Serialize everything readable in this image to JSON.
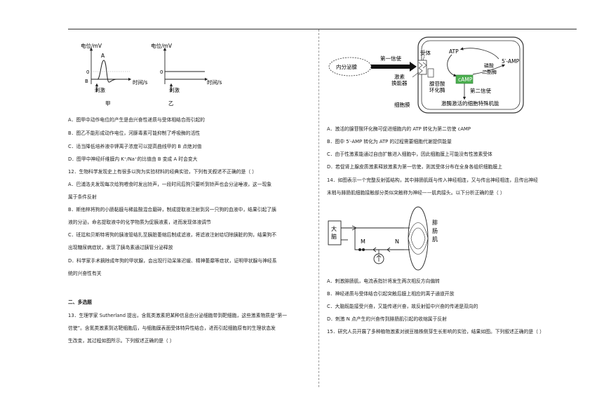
{
  "left": {
    "fig1": {
      "jia": {
        "ylabel": "电位/mV",
        "peak": "A",
        "zero": "0",
        "point_b": "B",
        "xlabel": "时间/s",
        "stim": "刺激",
        "caption": "甲"
      },
      "yi": {
        "ylabel": "电位/mV",
        "zero": "0",
        "xlabel": "时间/s",
        "stim": "刺激",
        "caption": "乙"
      }
    },
    "q11_options": [
      "A．图甲中动作电位的产生是由兴奋性递质与受体相结合而引起的",
      "B．图乙不能形成动作电位，河豚毒素可能抑制了呼吸酶的活性",
      "C．适当降低培养液中钾离子浓度可以提高曲线甲的 B 点绝对值",
      "D．图甲中神经纤维膜内 K⁺/Na⁺的比值由 B 变成 A 时会变大"
    ],
    "q12_lines": [
      "12．生物科学发现史上有很多以狗为实验材料的经典实验，下列有关叙述不正确的是（     ）",
      "A．巴浦洛夫发现每次给狗喂食时发出铃声，一段时间后狗只要听到铃声也会分泌唾液，这一现象",
      "属于条件反射",
      "B．斯他林将狗的小肠黏膜与稀盐酸混合磨碎，制成提取液注射到另一只狗的血液中，结果引起了胰",
      "液的分泌，命名提取液中的化学物质为促胰液素，进而发现体液调节",
      "C．班廷和贝斯特将狗的胰液管结扎至胰脏萎缩后制成滤液，将滤液注射给切除胰脏的狗，结果狗不",
      "出现糖尿病症状，发现了胰岛素通过胰管分泌释放",
      "D．科学家手术摘除成年狗的甲状腺，会出现行动呆笨迟缓、精神萎靡等症状，证明甲状腺与神经系",
      "统的兴奋性有关"
    ],
    "section_title": "二、多选题",
    "q13_lines": [
      "13．生理学家 Sutherland 提出，含氮类激素把某种信息由分泌细胞带到靶细胞，这些激素物质是“第一",
      "信使”。含氮类激素到达靶细胞后，与细胞膜表面受体特异性结合，进而引起细胞原有的生理状态发",
      "生改变，其过程如图所示。下列叙述正确的是（     ）"
    ]
  },
  "right": {
    "fig2": {
      "endocrine": "内分泌腺",
      "first_messenger": "第一信使",
      "receptor": "受体",
      "converter_1": "激素",
      "converter_2": "换能器",
      "enzyme_1": "腺苷酸",
      "enzyme_2": "环化酶",
      "atp": "ATP",
      "amp": "5′-AMP",
      "pde_1": "磷酸",
      "pde_2": "二酯酶",
      "camp": "cAMP",
      "second_messenger": "第二信使",
      "membrane": "细胞膜",
      "function": "激酶激活的细胞特殊机能"
    },
    "q13_options": [
      "A．激活的腺苷酸环化酶可促进细胞内的 ATP 转化为第二信使 cAMP",
      "B．图中 5′-AMP 转化为 ATP 的过程需要细胞代谢提供能量",
      "C．由于性激素能通过自由扩散进入细胞中，因此细胞膜上可能没有性激素受体",
      "D．若促肾上腺皮质激素释放激素为第一信使，则其受体分布在全身各组织细胞膜上"
    ],
    "q14_lines": [
      "14．如图表示一个完整反射弧结构，其中腓肠肌既与传入神经相连，又与传出神经相连，且传出神经",
      "末梢与腓肠肌细胞接触部分类似突触称为神经——肌肉接头。以下分析正确的是（     ）"
    ],
    "fig3": {
      "brain_1": "大",
      "brain_2": "脑",
      "m": "M",
      "n": "N",
      "muscle_1": "腓",
      "muscle_2": "肠",
      "muscle_3": "肌"
    },
    "q14_options": [
      "A．刺激腓肠肌，电流表指针将发生两次相反方向偏转",
      "B．神经递质与受体结合引起突触后膜上相应的离子通道开放",
      "C．大脑既能接受兴奋，又能传递兴奋，故反射弧中兴奋的传递是双向的",
      "D．刺激 N 点产生的兴奋传到腓肠肌引起的收缩属于反射"
    ],
    "q15": "15．研究人员开展了多种植物激素对豌豆植株侧芽生长影响的实验，结果如图。下列叙述正确的是（     ）"
  }
}
